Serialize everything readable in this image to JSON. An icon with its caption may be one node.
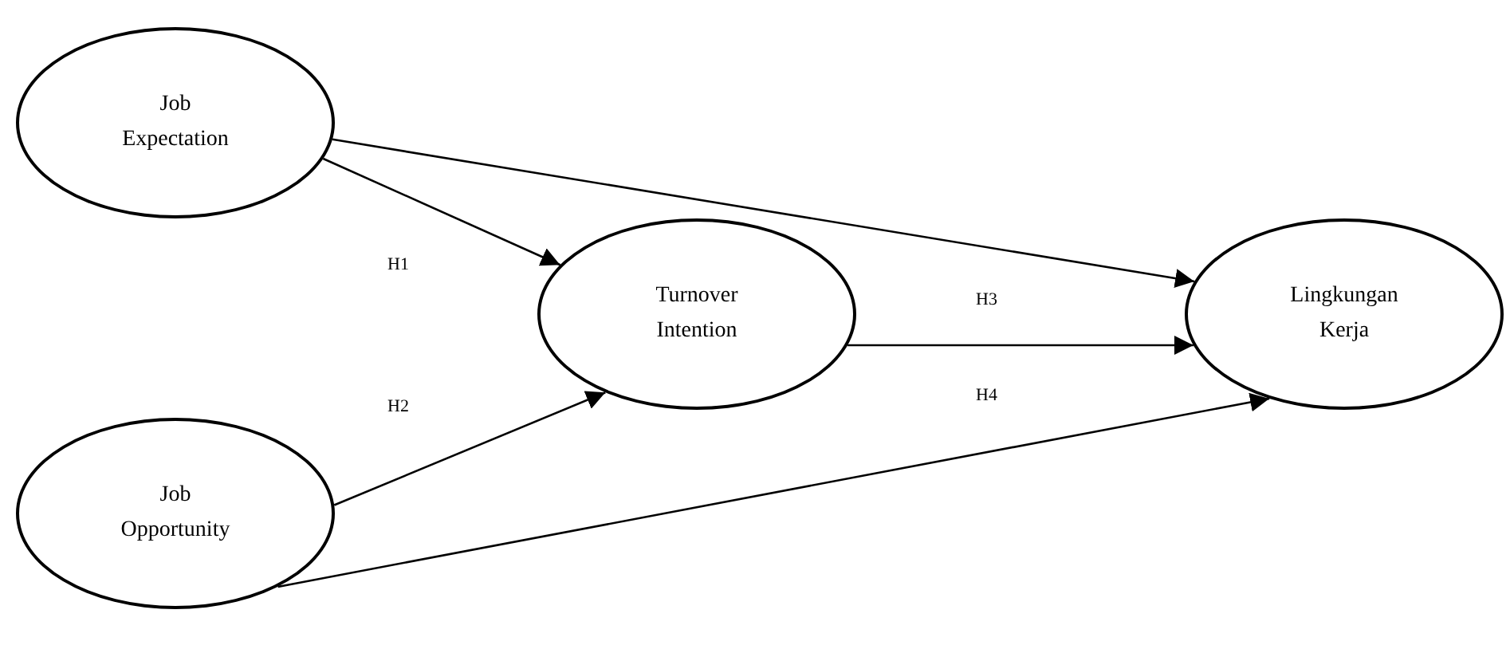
{
  "diagram": {
    "nodes": [
      {
        "text": [
          "Job Expectation"
        ]
      },
      {
        "text": [
          "Turnover Intention"
        ]
      },
      {
        "text": [
          "Lingkungan Kerja"
        ]
      },
      {
        "text": [
          "Job Opportunity"
        ]
      }
    ],
    "edges": [
      {
        "from": 0,
        "to": 1,
        "arrow": "to",
        "label": "H1"
      },
      {
        "from": 0,
        "to": 2,
        "arrow": "to"
      },
      {
        "from": 1,
        "to": 2,
        "arrow": "to",
        "label": "H3"
      },
      {
        "from": 3,
        "to": 1,
        "arrow": "to",
        "label": "H2"
      },
      {
        "from": 3,
        "to": 2,
        "arrow": "to",
        "label": "H4"
      }
    ]
  }
}
